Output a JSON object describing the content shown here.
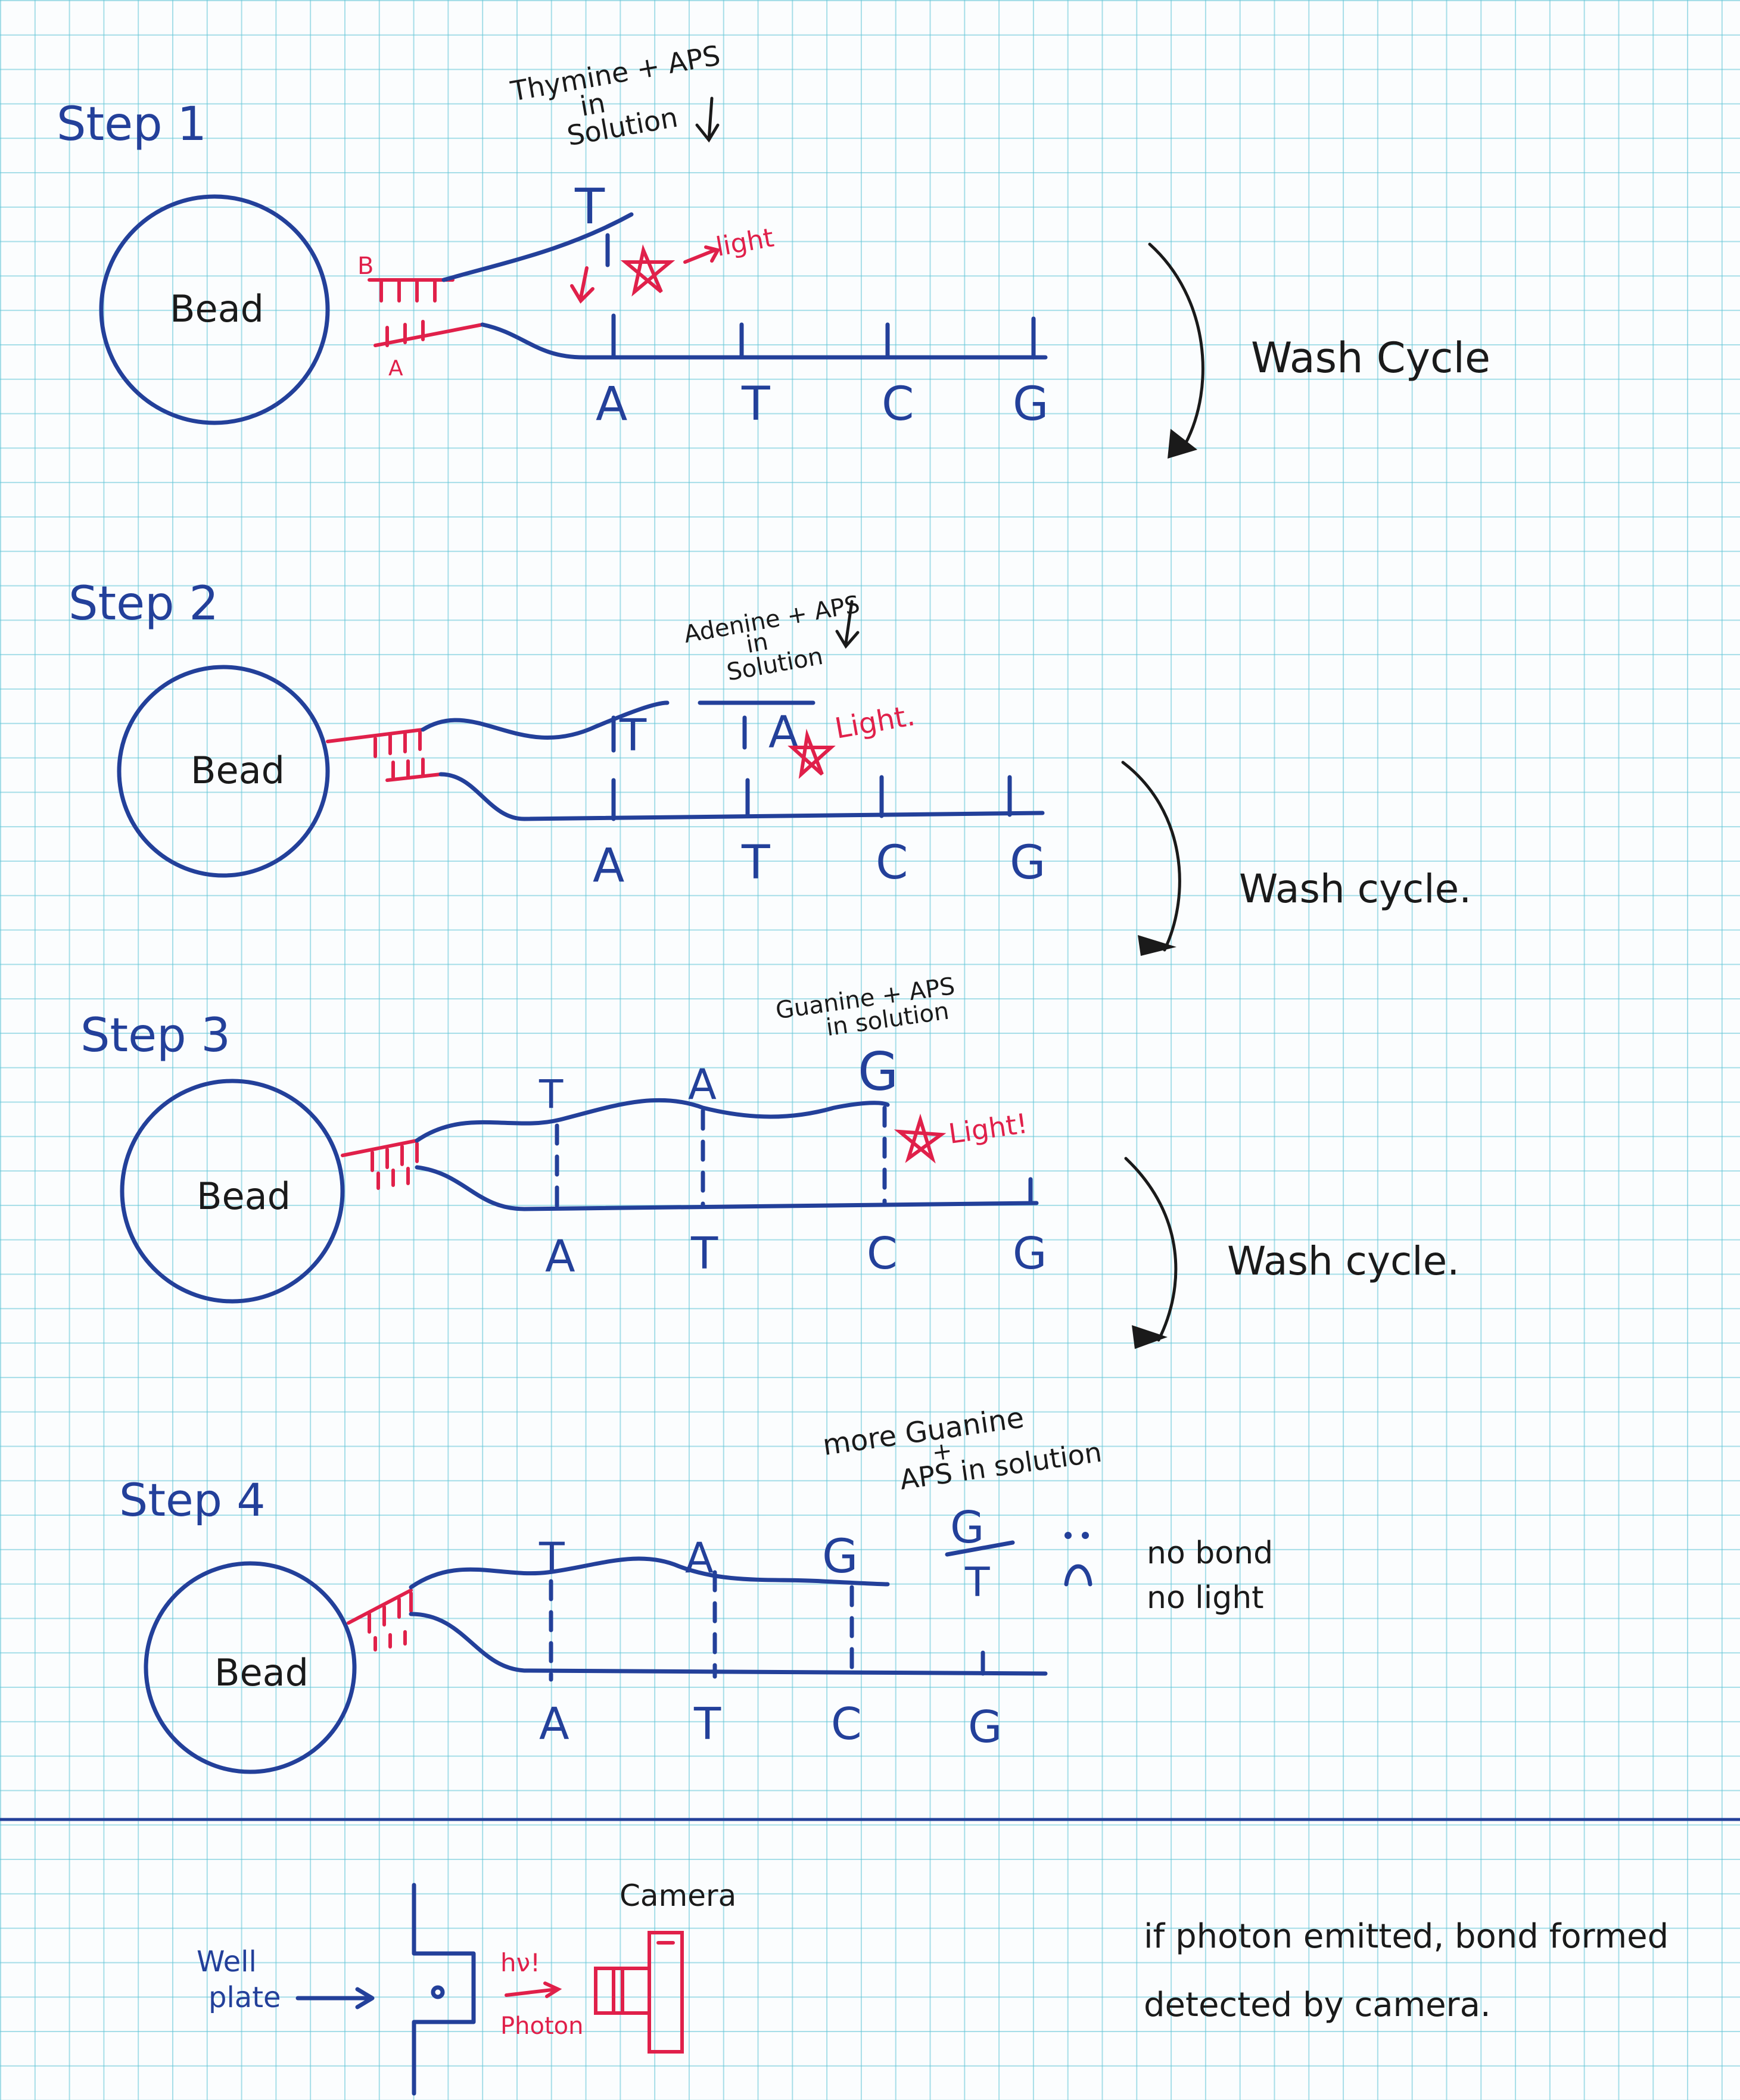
{
  "steps": [
    {
      "label": "Step 1",
      "solution": [
        "Thymine + APS",
        "in",
        "Solution"
      ],
      "added_bases": [
        "T"
      ],
      "light": "light",
      "wash": "Wash Cycle"
    },
    {
      "label": "Step 2",
      "solution": [
        "Adenine + APS",
        "in",
        "Solution"
      ],
      "added_bases": [
        "T",
        "A"
      ],
      "light": "Light.",
      "wash": "Wash cycle."
    },
    {
      "label": "Step 3",
      "solution": [
        "Guanine + APS",
        "in solution"
      ],
      "added_bases": [
        "T",
        "A",
        "G"
      ],
      "light": "Light!",
      "wash": "Wash cycle."
    },
    {
      "label": "Step 4",
      "solution": [
        "more Guanine",
        "+",
        "APS in solution"
      ],
      "added_bases": [
        "T",
        "A",
        "G",
        "G",
        "T"
      ],
      "note": [
        "no bond",
        "no light"
      ]
    }
  ],
  "bead_label": "Bead",
  "primer_labels": [
    "B",
    "A"
  ],
  "template_bases": [
    "A",
    "T",
    "C",
    "G"
  ],
  "bottom": {
    "well_plate": [
      "Well",
      "plate"
    ],
    "camera": "Camera",
    "hv": "hν!",
    "photon": "Photon",
    "caption": [
      "if photon emitted, bond formed",
      "detected by camera."
    ]
  },
  "colors": {
    "ink_blue": "#23409a",
    "ink_red": "#e0204a",
    "ink_black": "#1a1a1a",
    "grid": "#60c4d6"
  }
}
